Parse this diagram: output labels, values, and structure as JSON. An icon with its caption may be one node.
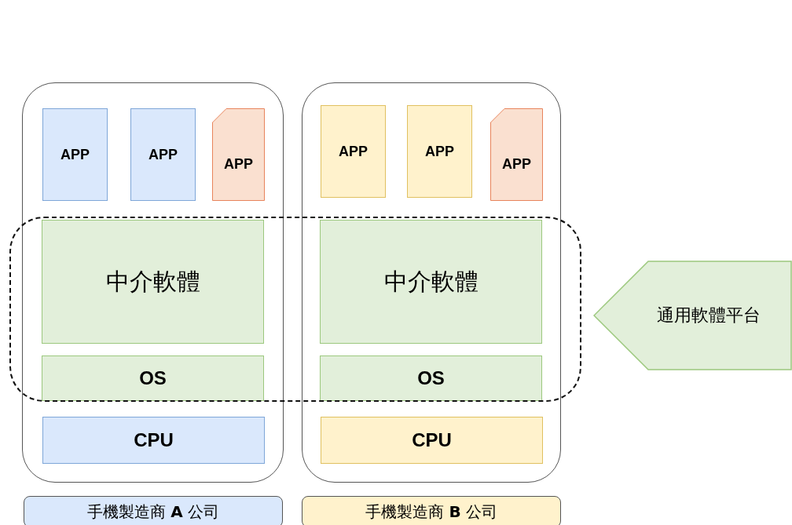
{
  "diagram": {
    "nodes": [
      {
        "text": [],
        "shape": "box"
      },
      {
        "text": [
          "APP"
        ],
        "in": 0
      },
      {
        "text": [
          "APP"
        ],
        "in": 0
      },
      {
        "text": [
          "APP"
        ],
        "in": 0
      },
      {
        "text": [
          "中介軟體"
        ]
      },
      {
        "text": [
          "OS"
        ]
      },
      {
        "text": [
          "CPU"
        ],
        "in": 0
      },
      {
        "text": [],
        "shape": "box"
      },
      {
        "text": [
          "APP"
        ],
        "in": 7
      },
      {
        "text": [
          "APP"
        ],
        "in": 7
      },
      {
        "text": [
          "APP"
        ],
        "in": 7
      },
      {
        "text": [
          "中介軟體"
        ]
      },
      {
        "text": [
          "OS"
        ]
      },
      {
        "text": [
          "CPU"
        ],
        "in": 7
      },
      {
        "text": [],
        "shape": "box"
      },
      {
        "text": [
          "通用軟體平台"
        ]
      },
      {
        "text": [
          "手機製造商 **A** 公司"
        ]
      },
      {
        "text": [
          "手機製造商 **B** 公司"
        ]
      }
    ],
    "edges": []
  }
}
